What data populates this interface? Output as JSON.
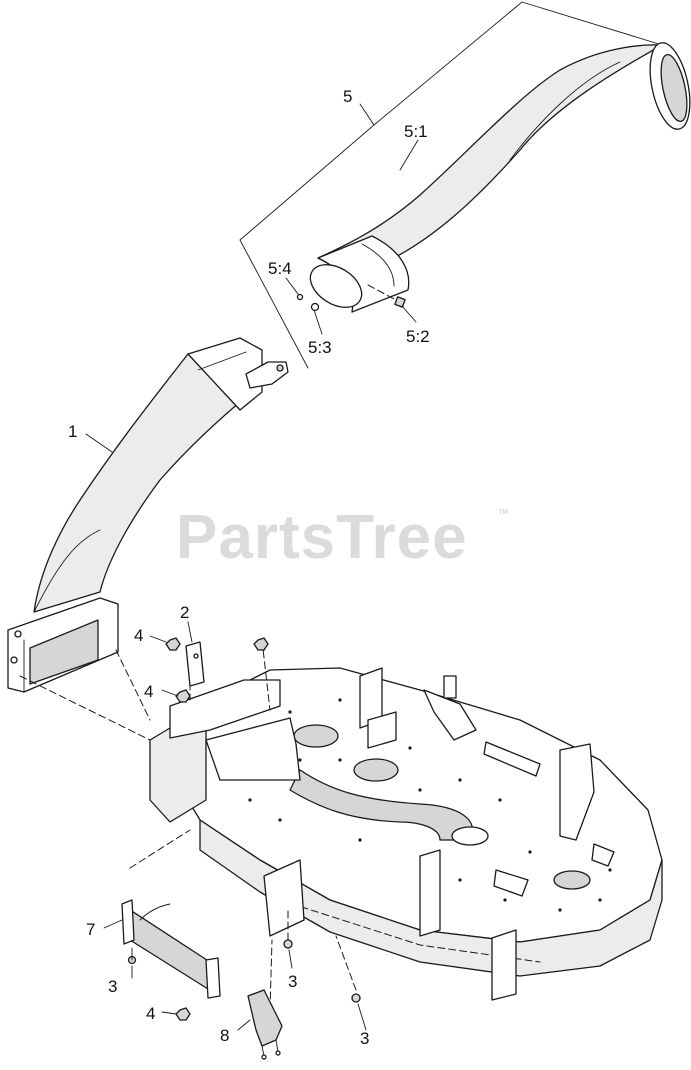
{
  "callouts": {
    "c1": "1",
    "c2": "2",
    "c3a": "3",
    "c3b": "3",
    "c3c": "3",
    "c4a": "4",
    "c4b": "4",
    "c4c": "4",
    "c5": "5",
    "c5_1": "5:1",
    "c5_2": "5:2",
    "c5_3": "5:3",
    "c5_4": "5:4",
    "c7": "7",
    "c8": "8"
  },
  "watermark": {
    "brand": "PartsTree",
    "trademark": "™"
  }
}
